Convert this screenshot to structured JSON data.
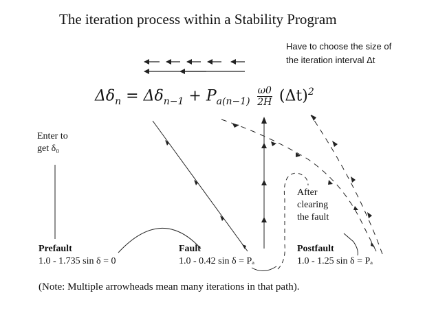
{
  "title": "The iteration process within a Stability Program",
  "note": {
    "line1": "Have to choose the size of",
    "line2": "the iteration interval Δt"
  },
  "equation": {
    "lhs": "Δδ",
    "lhs_sub": "n",
    "eq": "=",
    "term1": "Δδ",
    "term1_sub": "n−1",
    "plus": "+",
    "term2": "P",
    "term2_sub": "a(n−1)",
    "frac_num": "ω0",
    "frac_den": "2H",
    "tail": "(Δt)",
    "tail_sup": "2"
  },
  "enter": {
    "line1": "Enter to",
    "line2": "get δ₀"
  },
  "prefault": {
    "heading": "Prefault",
    "equation": "1.0 - 1.735 sin δ = 0"
  },
  "fault": {
    "heading": "Fault",
    "equation": "1.0 - 0.42 sin δ = Pₐ"
  },
  "postfault": {
    "heading": "Postfault",
    "equation": "1.0 - 1.25 sin δ = Pₐ"
  },
  "after_clearing": {
    "line1": "After",
    "line2": "clearing",
    "line3": "the fault"
  },
  "footnote": "(Note: Multiple arrowheads mean many iterations in that path)."
}
